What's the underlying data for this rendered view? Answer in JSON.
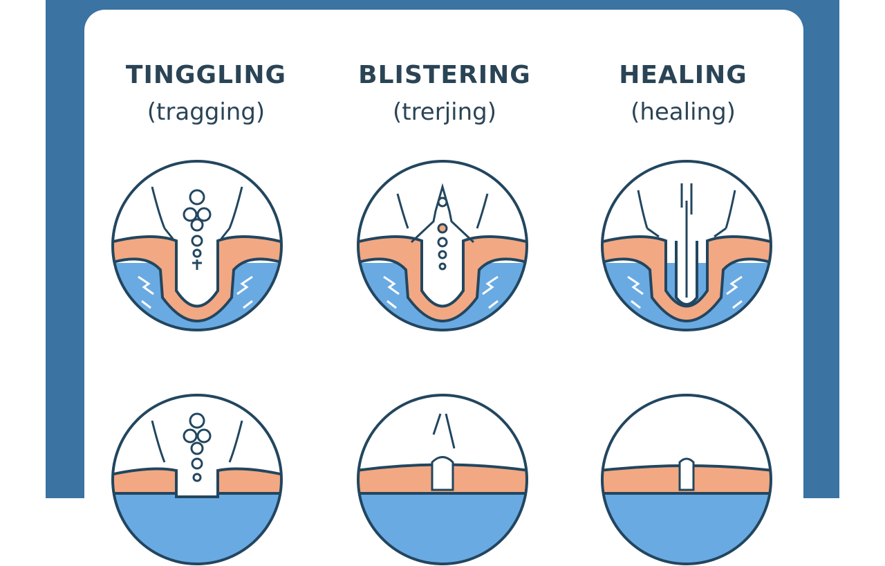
{
  "stages": [
    {
      "title": "TINGGLING",
      "subtitle": "(tragging)"
    },
    {
      "title": "BLISTERING",
      "subtitle": "(trerjing)"
    },
    {
      "title": "HEALING",
      "subtitle": "(healing)"
    }
  ],
  "icons": {
    "row1": [
      "tingling-skin-icon",
      "blistering-skin-icon",
      "healing-skin-icon"
    ],
    "row2": [
      "tingling-skin-icon",
      "blister-opening-icon",
      "healed-skin-icon"
    ]
  },
  "colors": {
    "frame": "#3b73a3",
    "outline": "#22465f",
    "skin": "#f2a882",
    "fluid": "#6aaae3",
    "text": "#2a4456"
  }
}
